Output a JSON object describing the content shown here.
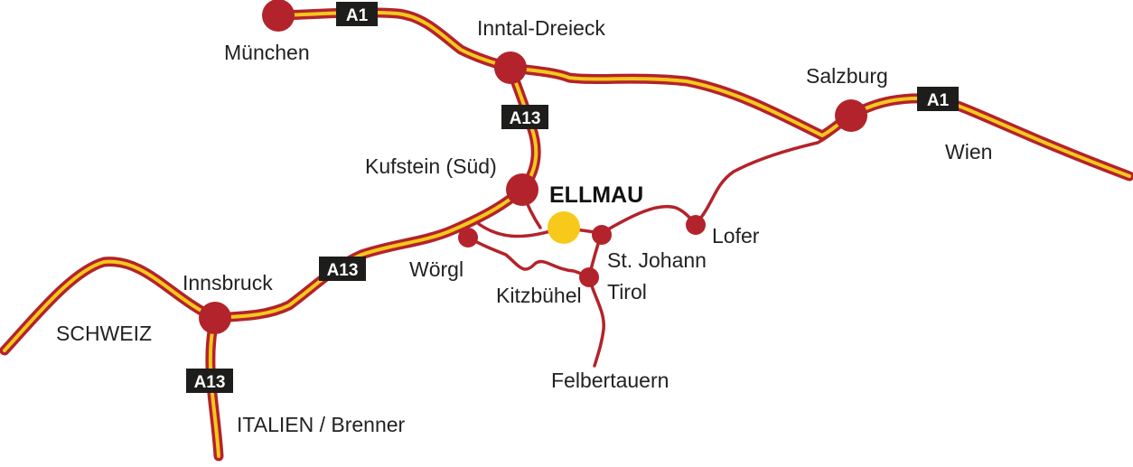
{
  "colors": {
    "road_dark": "#b3232b",
    "road_light": "#f3c81b",
    "node": "#b3232b",
    "destination": "#f7c91a",
    "shield_bg": "#1d1d1b",
    "shield_text": "#ffffff",
    "label": "#222222"
  },
  "destination": {
    "label": "ELLMAU"
  },
  "places": {
    "muenchen": "München",
    "inntal": "Inntal-Dreieck",
    "salzburg": "Salzburg",
    "wien": "Wien",
    "kufstein": "Kufstein (Süd)",
    "innsbruck": "Innsbruck",
    "schweiz": "SCHWEIZ",
    "italien": "ITALIEN / Brenner",
    "woergl": "Wörgl",
    "kitzbuehel": "Kitzbühel",
    "st_johann_1": "St. Johann",
    "st_johann_2": "Tirol",
    "lofer": "Lofer",
    "felbertauern": "Felbertauern"
  },
  "shields": {
    "a1_west": "A1",
    "a1_east": "A1",
    "a13_north": "A13",
    "a13_mid": "A13",
    "a13_south": "A13"
  },
  "icons": {
    "city": "city-node-icon",
    "town": "town-node-icon",
    "destination": "destination-marker-icon"
  }
}
